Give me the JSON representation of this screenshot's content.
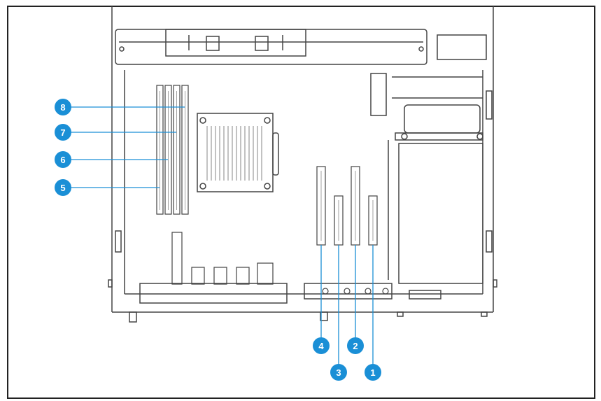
{
  "colors": {
    "frame": "#222222",
    "line_art": "#444444",
    "light_line": "#777777",
    "callout": "#1a8fd6",
    "callout_text": "#ffffff"
  },
  "callouts": {
    "slot_1": "1",
    "slot_2": "2",
    "slot_3": "3",
    "slot_4": "4",
    "memory_5": "5",
    "memory_6": "6",
    "memory_7": "7",
    "memory_8": "8"
  }
}
